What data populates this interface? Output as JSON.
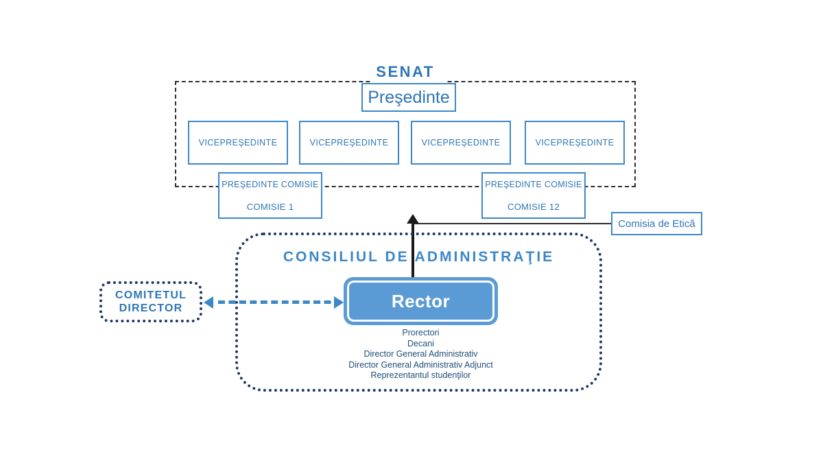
{
  "diagram": {
    "title": "University Governance Organizational Chart",
    "colors": {
      "accent_blue": "#2e75b6",
      "box_border_blue": "#3c87c8",
      "rector_fill": "#5b9bd5",
      "dotted_navy": "#1f3864",
      "dashed_black": "#2b2b2b",
      "member_text": "#1f4e79"
    }
  },
  "senat": {
    "title": "SENAT",
    "presedinte": "Preşedinte",
    "vicepresedinti": [
      "VICEPREŞEDINTE",
      "VICEPREŞEDINTE",
      "VICEPREŞEDINTE",
      "VICEPREŞEDINTE"
    ],
    "comisii": [
      {
        "chair": "PREŞEDINTE COMISIE",
        "name": "COMISIE 1"
      },
      {
        "chair": "PREŞEDINTE COMISIE",
        "name": "COMISIE 12"
      }
    ]
  },
  "etica": {
    "label": "Comisia de Etică"
  },
  "consiliu": {
    "title": "CONSILIUL DE ADMINISTRAŢIE",
    "rector": "Rector",
    "members": [
      "Prorectori",
      "Decani",
      "Director General Administrativ",
      "Director General Administrativ Adjunct",
      "Reprezentantul studenţilor"
    ]
  },
  "comitet": {
    "line1": "COMITETUL",
    "line2": "DIRECTOR"
  }
}
